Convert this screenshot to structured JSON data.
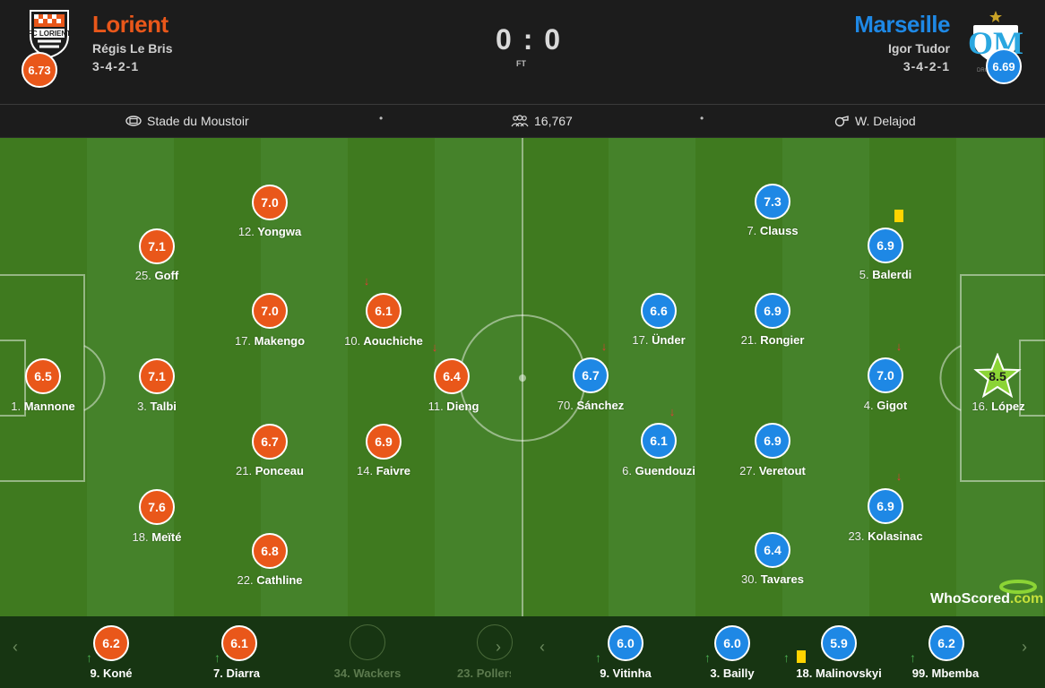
{
  "home": {
    "name": "Lorient",
    "coach": "Régis Le Bris",
    "formation": "3-4-2-1",
    "rating": "6.73",
    "color": "#e9571a",
    "crest_text": "FC LORIENT"
  },
  "away": {
    "name": "Marseille",
    "coach": "Igor Tudor",
    "formation": "3-4-2-1",
    "rating": "6.69",
    "color": "#1e88e5",
    "crest_text": "DROIT AU BUT"
  },
  "score": "0 : 0",
  "status": "FT",
  "info": {
    "stadium": "Stade du Moustoir",
    "attendance": "16,767",
    "referee": "W. Delajod"
  },
  "pitch_home": [
    {
      "rating": "6.5",
      "num": "1.",
      "name": "Mannone"
    },
    {
      "rating": "7.1",
      "num": "25.",
      "name": "Goff"
    },
    {
      "rating": "7.1",
      "num": "3.",
      "name": "Talbi"
    },
    {
      "rating": "7.6",
      "num": "18.",
      "name": "Meïté"
    },
    {
      "rating": "7.0",
      "num": "12.",
      "name": "Yongwa"
    },
    {
      "rating": "7.0",
      "num": "17.",
      "name": "Makengo"
    },
    {
      "rating": "6.7",
      "num": "21.",
      "name": "Ponceau"
    },
    {
      "rating": "6.8",
      "num": "22.",
      "name": "Cathline"
    },
    {
      "rating": "6.1",
      "num": "10.",
      "name": "Aouchiche",
      "subbed_off": true
    },
    {
      "rating": "6.9",
      "num": "14.",
      "name": "Faivre"
    },
    {
      "rating": "6.4",
      "num": "11.",
      "name": "Dieng",
      "subbed_off": true
    }
  ],
  "pitch_away": [
    {
      "rating": "8.5",
      "num": "16.",
      "name": "López",
      "man_of_match": true
    },
    {
      "rating": "6.9",
      "num": "5.",
      "name": "Balerdi",
      "yellow_card": true
    },
    {
      "rating": "7.0",
      "num": "4.",
      "name": "Gigot",
      "subbed_off": true
    },
    {
      "rating": "6.9",
      "num": "23.",
      "name": "Kolasinac",
      "subbed_off": true
    },
    {
      "rating": "7.3",
      "num": "7.",
      "name": "Clauss"
    },
    {
      "rating": "6.9",
      "num": "21.",
      "name": "Rongier"
    },
    {
      "rating": "6.9",
      "num": "27.",
      "name": "Veretout"
    },
    {
      "rating": "6.4",
      "num": "30.",
      "name": "Tavares"
    },
    {
      "rating": "6.6",
      "num": "17.",
      "name": "Ünder"
    },
    {
      "rating": "6.1",
      "num": "6.",
      "name": "Guendouzi",
      "subbed_off": true
    },
    {
      "rating": "6.7",
      "num": "70.",
      "name": "Sánchez",
      "subbed_off": true
    }
  ],
  "bench_home": [
    {
      "rating": "6.2",
      "num": "9.",
      "name": "Koné",
      "subbed_on": true
    },
    {
      "rating": "6.1",
      "num": "7.",
      "name": "Diarra",
      "subbed_on": true
    },
    {
      "rating": "",
      "num": "34.",
      "name": "Wackers"
    },
    {
      "rating": "",
      "num": "23.",
      "name": "Pollers"
    }
  ],
  "bench_away": [
    {
      "rating": "6.0",
      "num": "9.",
      "name": "Vitinha",
      "subbed_on": true
    },
    {
      "rating": "6.0",
      "num": "3.",
      "name": "Bailly",
      "subbed_on": true
    },
    {
      "rating": "5.9",
      "num": "18.",
      "name": "Malinovskyi",
      "subbed_on": true,
      "yellow_card": true
    },
    {
      "rating": "6.2",
      "num": "99.",
      "name": "Mbemba",
      "subbed_on": true
    }
  ],
  "nav": {
    "prev": "‹",
    "next": "›"
  },
  "watermark": {
    "brand": "WhoScored",
    ".com": ".com"
  },
  "icons": {
    "stadium": "stadium-icon",
    "attendance": "crowd-icon",
    "referee": "whistle-icon"
  }
}
